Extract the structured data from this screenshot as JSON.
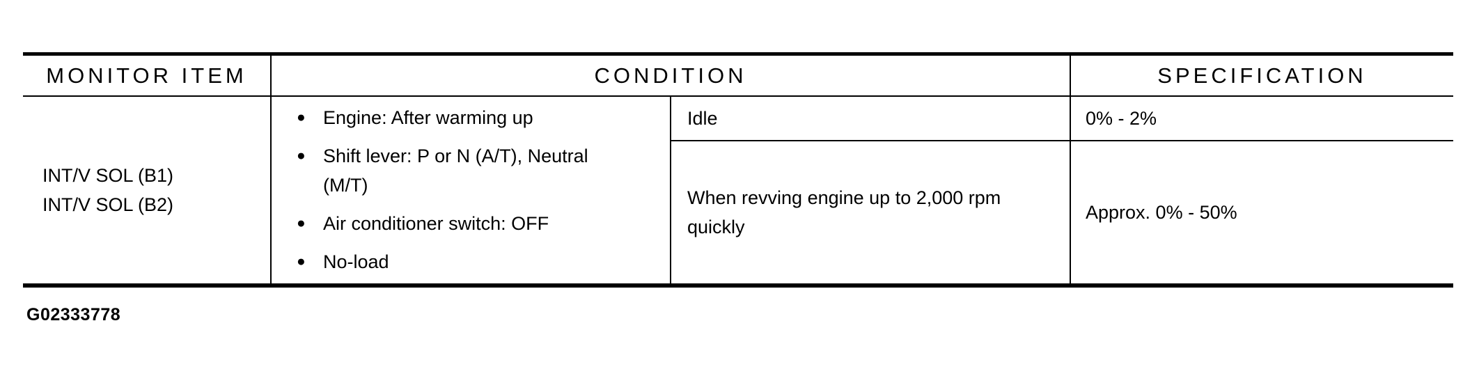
{
  "figure_label": "G02333778",
  "colors": {
    "background": "#ffffff",
    "text": "#000000",
    "border": "#000000"
  },
  "bullet_icon": "●",
  "table": {
    "headers": {
      "monitor_item": "MONITOR ITEM",
      "condition": "CONDITION",
      "specification": "SPECIFICATION"
    },
    "row": {
      "monitor_item": "INT/V SOL (B1)\nINT/V SOL (B2)",
      "preconditions": [
        "Engine: After warming up",
        "Shift lever: P or N (A/T), Neutral\n(M/T)",
        "Air conditioner switch: OFF",
        "No-load"
      ],
      "sub_rows": [
        {
          "condition": "Idle",
          "specification": "0% - 2%"
        },
        {
          "condition": "When revving engine up to 2,000 rpm\nquickly",
          "specification": "Approx. 0% - 50%"
        }
      ]
    }
  }
}
